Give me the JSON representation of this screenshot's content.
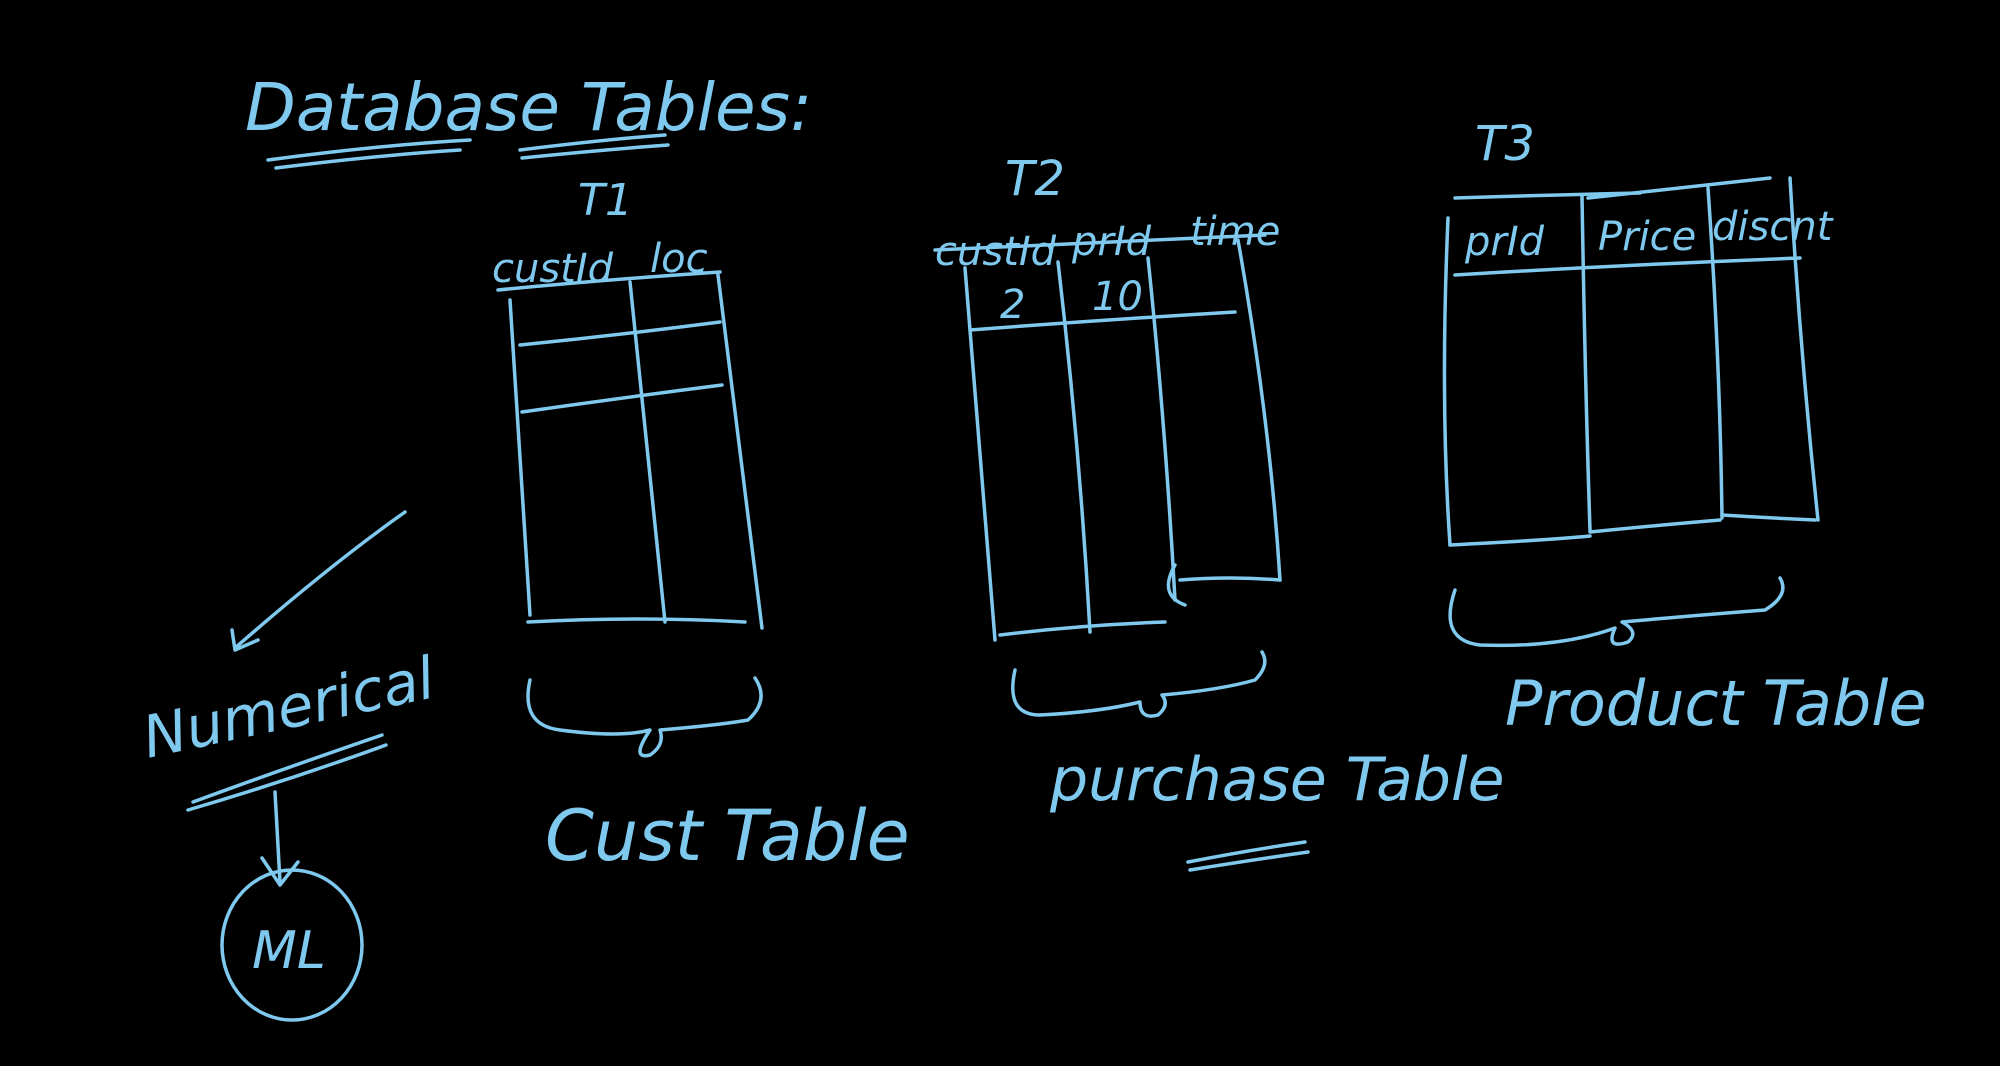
{
  "title": "Database Tables:",
  "ink_color": "#7fc8ee",
  "background": "#000000",
  "tables": [
    {
      "id": "T1",
      "label": "T1",
      "columns": [
        "custId",
        "loc"
      ],
      "values": [],
      "caption": "Cust Table"
    },
    {
      "id": "T2",
      "label": "T2",
      "columns": [
        "custId",
        "prId",
        "time"
      ],
      "values": [
        "2",
        "10"
      ],
      "caption": "purchase Table"
    },
    {
      "id": "T3",
      "label": "T3",
      "columns": [
        "prId",
        "Price",
        "discnt"
      ],
      "values": [],
      "caption": "Product Table"
    }
  ],
  "flow": {
    "label": "Numerical",
    "target": "ML"
  }
}
